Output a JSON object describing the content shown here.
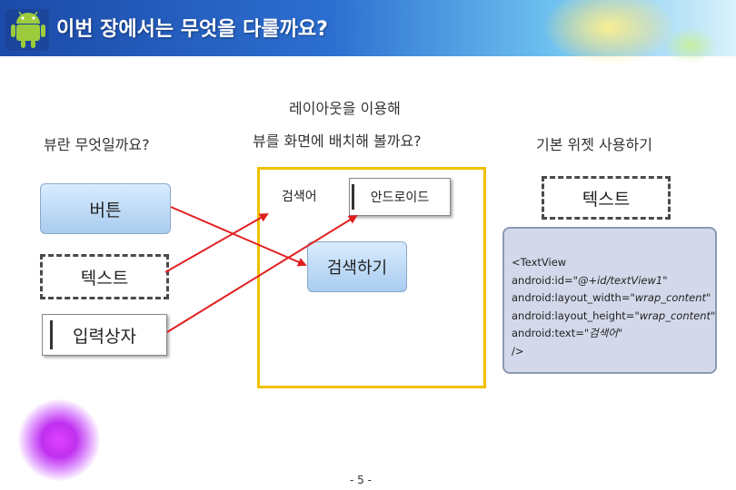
{
  "header": {
    "title": "이번 장에서는 무엇을 다룰까요?",
    "logo_icon": "android-robot-icon"
  },
  "columns": {
    "left_heading": "뷰란 무엇일까요?",
    "center_heading_line1": "레이아웃을 이용해",
    "center_heading_line2": "뷰를 화면에 배치해 볼까요?",
    "right_heading": "기본 위젯 사용하기"
  },
  "left_items": {
    "button_label": "버튼",
    "text_label": "텍스트",
    "input_label": "입력상자"
  },
  "screen": {
    "search_input_text": "검색어",
    "android_input_text": "안드로이드",
    "search_button_label": "검색하기"
  },
  "right_items": {
    "text_widget_label": "텍스트",
    "code_lines": [
      "<TextView",
      "android:id=",
      "\"@+id/textView1\"",
      "android:layout_width=",
      "\"wrap_content\"",
      "android:layout_height=",
      "\"wrap_content\"",
      "android:text=",
      "\"검색어\"",
      "/>"
    ]
  },
  "footer": {
    "page_number": "- 5 -"
  },
  "colors": {
    "arrow": "#e02020",
    "frame": "#f0c000",
    "header_start": "#1c4aa8",
    "header_end": "#d9f2fb"
  }
}
